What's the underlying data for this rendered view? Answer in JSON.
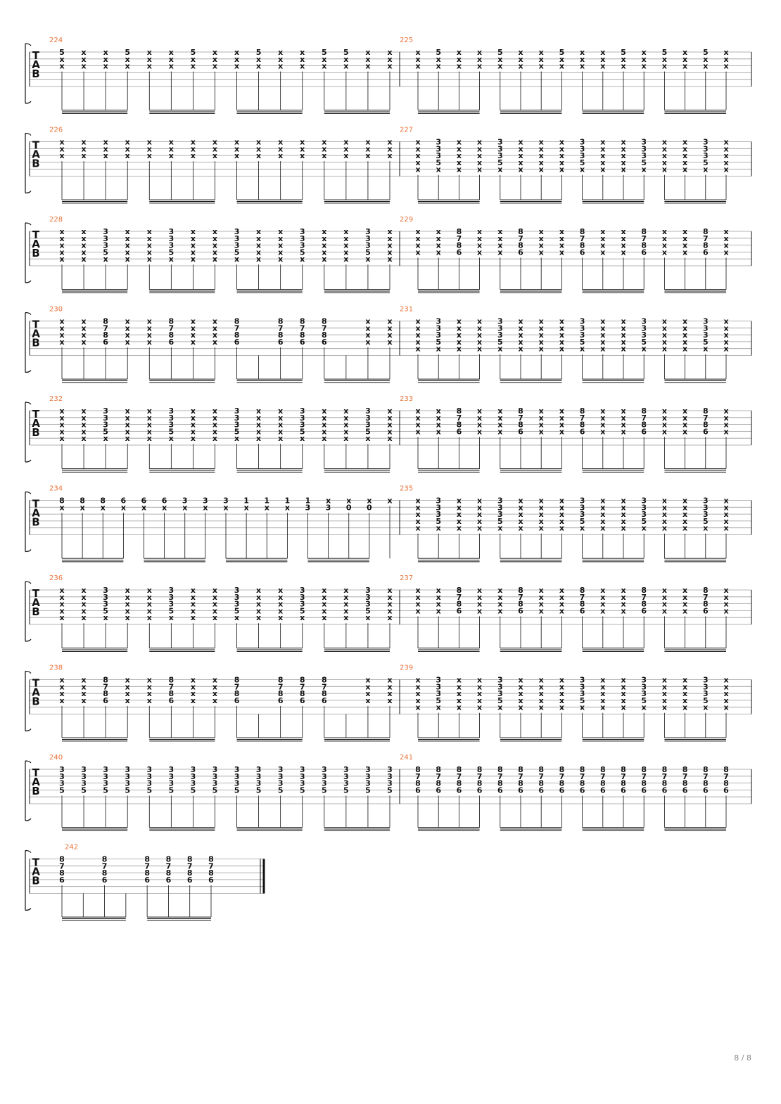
{
  "page": {
    "number": "8 / 8"
  },
  "tab_clef": [
    "T",
    "A",
    "B"
  ],
  "systems": [
    {
      "measures": [
        {
          "number": "224",
          "strings": [
            "5xx5xx5xx5xx55xx",
            "xxxxxxxxxxxxxxxx",
            "xxxxxxxxxxxxxxxx",
            "----------------",
            "----------------",
            "----------------"
          ]
        },
        {
          "number": "225",
          "strings": [
            "x5xx5xx5xx5x5x5x",
            "xxxxxxxxxxxxxxxx",
            "xxxxxxxxxxxxxxxx",
            "----------------",
            "----------------",
            "----------------"
          ]
        }
      ]
    },
    {
      "measures": [
        {
          "number": "226",
          "strings": [
            "xxxxxxxxxxxxxxxx",
            "xxxxxxxxxxxxxxxx",
            "xxxxxxxxxxxxxxxx",
            "----------------",
            "----------------",
            "----------------"
          ]
        },
        {
          "number": "227",
          "strings": [
            "x3xx3xxx3xx3xx3x",
            "x3xx3xxx3xx3xx3x",
            "x3xx3xxx3xx3xx3x",
            "x5xx5xxx5xx5xx5x",
            "xxxxxxxxxxxxxxxx",
            "----------------"
          ]
        }
      ]
    },
    {
      "measures": [
        {
          "number": "228",
          "strings": [
            "xx3xx3xx3xx3xx3x",
            "xx3xx3xx3xx3xx3x",
            "xx3xx3xx3xx3xx3x",
            "xx5xx5xx5xx5xx5x",
            "xxxxxxxxxxxxxxxx",
            "----------------"
          ]
        },
        {
          "number": "229",
          "strings": [
            "xx8xx8xx8xx8xx8x",
            "xx7xx7xx7xx7xx7x",
            "xx8xx8xx8xx8xx8x",
            "xx6xx6xx6xx6xx6x",
            "----------------",
            "----------------"
          ]
        }
      ]
    },
    {
      "measures": [
        {
          "number": "230",
          "strings": [
            "xx8xx8xx8-888-xx",
            "xx7xx7xx7-777-xx",
            "xx8xx8xx8-888-xx",
            "xx6xx6xx6-666-xx",
            "----------------",
            "----------------"
          ]
        },
        {
          "number": "231",
          "strings": [
            "x3xx3xxx3xx3xx3x",
            "x3xx3xxx3xx3xx3x",
            "x3xx3xxx3xx3xx3x",
            "x5xx5xxx5xx5xx5x",
            "xxxxxxxxxxxxxxxx",
            "----------------"
          ]
        }
      ]
    },
    {
      "measures": [
        {
          "number": "232",
          "strings": [
            "xx3xx3xx3xx3xx3x",
            "xx3xx3xx3xx3xx3x",
            "xx3xx3xx3xx3xx3x",
            "xx5xx5xx5xx5xx5x",
            "xxxxxxxxxxxxxxxx",
            "----------------"
          ]
        },
        {
          "number": "233",
          "strings": [
            "xx8xx8xx8xx8xx8x",
            "xx7xx7xx7xx7xx7x",
            "xx8xx8xx8xx8xx8x",
            "xx6xx6xx6xx6xx6x",
            "----------------",
            "----------------"
          ]
        }
      ]
    },
    {
      "measures": [
        {
          "number": "234",
          "strings": [
            "8886663331111xxxx",
            "xxxxxxxxxxxx3300",
            "----------------",
            "----------------",
            "----------------",
            "----------------"
          ]
        },
        {
          "number": "235",
          "strings": [
            "x3xx3xxx3xx3xx3x",
            "x3xx3xxx3xx3xx3x",
            "x3xx3xxx3xx3xx3x",
            "x5xx5xxx5xx5xx5x",
            "xxxxxxxxxxxxxxxx",
            "----------------"
          ]
        }
      ]
    },
    {
      "measures": [
        {
          "number": "236",
          "strings": [
            "xx3xx3xx3xx3xx3x",
            "xx3xx3xx3xx3xx3x",
            "xx3xx3xx3xx3xx3x",
            "xx5xx5xx5xx5xx5x",
            "xxxxxxxxxxxxxxxx",
            "----------------"
          ]
        },
        {
          "number": "237",
          "strings": [
            "xx8xx8xx8xx8xx8x",
            "xx7xx7xx7xx7xx7x",
            "xx8xx8xx8xx8xx8x",
            "xx6xx6xx6xx6xx6x",
            "----------------",
            "----------------"
          ]
        }
      ]
    },
    {
      "measures": [
        {
          "number": "238",
          "strings": [
            "xx8xx8xx8-888-xx",
            "xx7xx7xx7-777-xx",
            "xx8xx8xx8-888-xx",
            "xx6xx6xx6-666-xx",
            "----------------",
            "----------------"
          ]
        },
        {
          "number": "239",
          "strings": [
            "x3xx3xxx3xx3xx3x",
            "x3xx3xxx3xx3xx3x",
            "x3xx3xxx3xx3xx3x",
            "x5xx5xxx5xx5xx5x",
            "xxxxxxxxxxxxxxxx",
            "----------------"
          ]
        }
      ]
    },
    {
      "measures": [
        {
          "number": "240",
          "strings": [
            "3333333333333333",
            "3333333333333333",
            "3333333333333333",
            "5555555555555555",
            "----------------",
            "----------------"
          ]
        },
        {
          "number": "241",
          "strings": [
            "8888888888888888",
            "7777777777777777",
            "8888888888888888",
            "6666666666666666",
            "----------------",
            "----------------"
          ]
        }
      ]
    },
    {
      "measures": [
        {
          "number": "242",
          "strings": [
            "8-8-8888",
            "7-7-7777",
            "8-8-8888",
            "6-6-6666",
            "--------",
            "--------"
          ]
        }
      ]
    }
  ],
  "colors": {
    "measure_number": "#e8733a",
    "ink": "#111111",
    "staff_line": "#9a9a9a",
    "page_number": "#888888"
  }
}
